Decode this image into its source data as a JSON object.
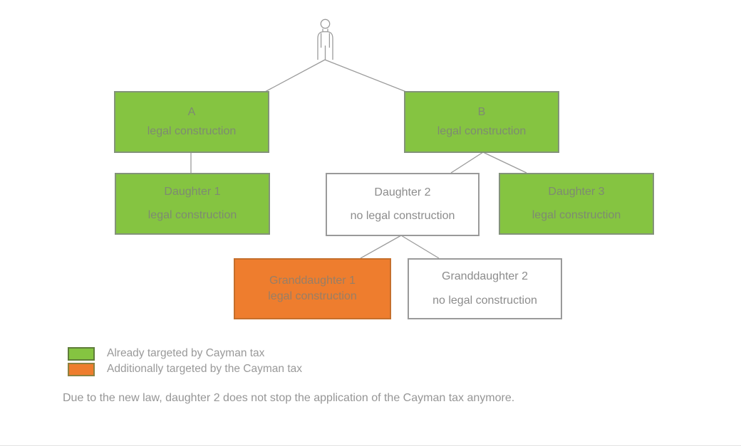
{
  "diagram_title": "",
  "colors": {
    "green_fill": "#85c441",
    "green_border": "#83937a",
    "orange_fill": "#ee7d2e",
    "orange_border": "#c56f2c",
    "white_box_border": "#9a9a9a",
    "connector_gray": "#9b9b9b",
    "text_gray": "#8c8c8c"
  },
  "nodes": {
    "a": {
      "title": "A",
      "subtitle": "legal construction"
    },
    "b": {
      "title": "B",
      "subtitle": "legal construction"
    },
    "daughter1": {
      "title": "Daughter 1",
      "subtitle": "legal construction"
    },
    "daughter2": {
      "title": "Daughter 2",
      "subtitle": "no legal construction"
    },
    "daughter3": {
      "title": "Daughter 3",
      "subtitle": "legal construction"
    },
    "granddaughter1": {
      "title": "Granddaughter 1",
      "subtitle": "legal construction"
    },
    "granddaughter2": {
      "title": "Granddaughter 2",
      "subtitle": "no legal construction"
    }
  },
  "legend": {
    "item1": {
      "label": "Already targeted by Cayman tax",
      "color": "#85c441"
    },
    "item2": {
      "label": "Additionally targeted by the Cayman tax",
      "color": "#ee7d2e"
    }
  },
  "caption": "Due to the new law, daughter 2 does not stop the application of the Cayman tax anymore."
}
